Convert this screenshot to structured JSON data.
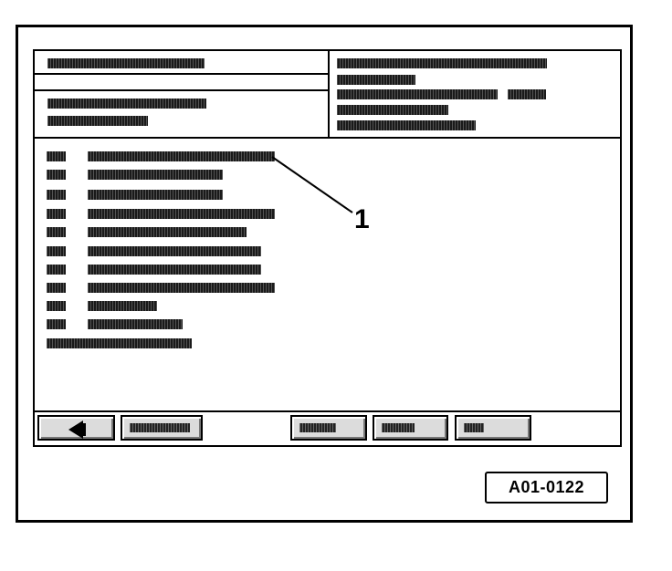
{
  "callout": {
    "label": "1"
  },
  "reference": {
    "code": "A01-0122"
  },
  "toolbar": {
    "back_icon": "arrow-left-icon",
    "buttons": [
      {
        "name": "back-button"
      },
      {
        "name": "toolbar-button-2"
      },
      {
        "name": "toolbar-button-3"
      },
      {
        "name": "toolbar-button-4"
      },
      {
        "name": "toolbar-button-5"
      }
    ]
  },
  "list": {
    "item_count": 10,
    "footer_line": true
  }
}
